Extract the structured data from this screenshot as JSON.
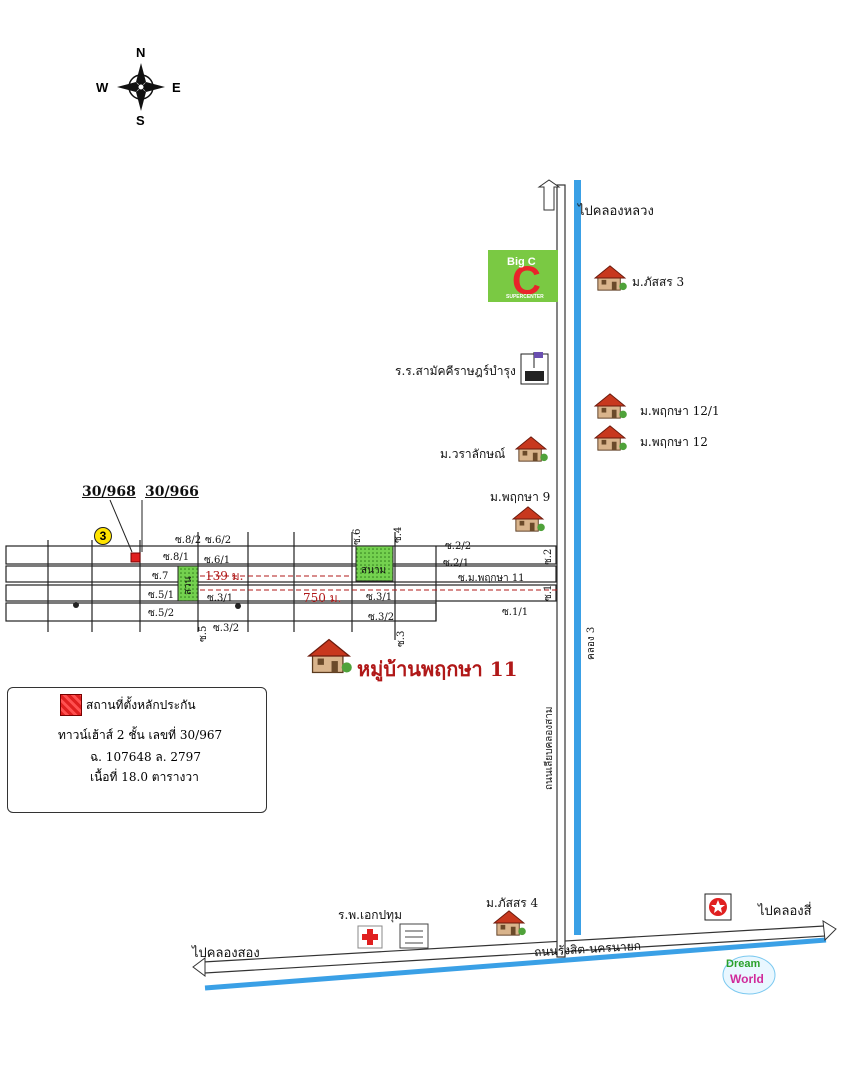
{
  "compass": {
    "n": "N",
    "s": "S",
    "e": "E",
    "w": "W"
  },
  "roads": {
    "north_dest": "ไปคลองหลวง",
    "west_dest": "ไปคลองสอง",
    "east_dest": "ไปคลองสี่",
    "main_road": "ถนนรังสิต-นครนายก",
    "canal_road": "ถนนเลียบคลองสาม",
    "canal": "คลอง 3"
  },
  "landmarks": {
    "bigc": "Big C",
    "bigc_sub": "SUPERCENTER",
    "school": "ร.ร.สามัคคีราษฎร์บำรุง",
    "hospital": "ร.พ.เอกปทุม",
    "dreamworld_1": "Dream",
    "dreamworld_2": "World"
  },
  "villages": {
    "phatsorn3": "ม.ภัสสร 3",
    "pruksa12_1": "ม.พฤกษา 12/1",
    "pruksa12": "ม.พฤกษา 12",
    "waralak": "ม.วราลักษณ์",
    "pruksa9": "ม.พฤกษา 9",
    "phatsorn4": "ม.ภัสสร 4",
    "pruksa11_title": "หมู่บ้านพฤกษา 11"
  },
  "parcels": {
    "left": "30/968",
    "right": "30/966",
    "marker": "3"
  },
  "sois": {
    "s8_2": "ซ.8/2",
    "s6_2": "ซ.6/2",
    "s8_1": "ซ.8/1",
    "s6_1": "ซ.6/1",
    "s7": "ซ.7",
    "s5_1": "ซ.5/1",
    "s3_1a": "ซ.3/1",
    "s5_2": "ซ.5/2",
    "s3_2a": "ซ.3/2",
    "s5": "ซ.5",
    "s6": "ซ.6",
    "s4": "ซ.4",
    "s2_2": "ซ.2/2",
    "s2_1": "ซ.2/1",
    "s_main": "ซ.ม.พฤกษา 11",
    "s3_1b": "ซ.3/1",
    "s3_2b": "ซ.3/2",
    "s1_1": "ซ.1/1",
    "s3": "ซ.3",
    "s2": "ซ.2",
    "s1": "ซ.1"
  },
  "park_left": "สวน",
  "park_right": "สนาม",
  "dist_1": "139 ม.",
  "dist_2": "750 ม.",
  "legend": {
    "line1": "สถานที่ตั้งหลักประกัน",
    "line2": "ทาวน์เฮ้าส์ 2 ชั้น   เลขที่ 30/967",
    "line3": "ฉ. 107648     ล. 2797",
    "line4": "เนื้อที่ 18.0 ตารางวา"
  },
  "colors": {
    "canal": "#3aa0e6",
    "house_roof": "#c8381e",
    "park": "#6fd04a",
    "bigc_bg": "#7ac943"
  }
}
